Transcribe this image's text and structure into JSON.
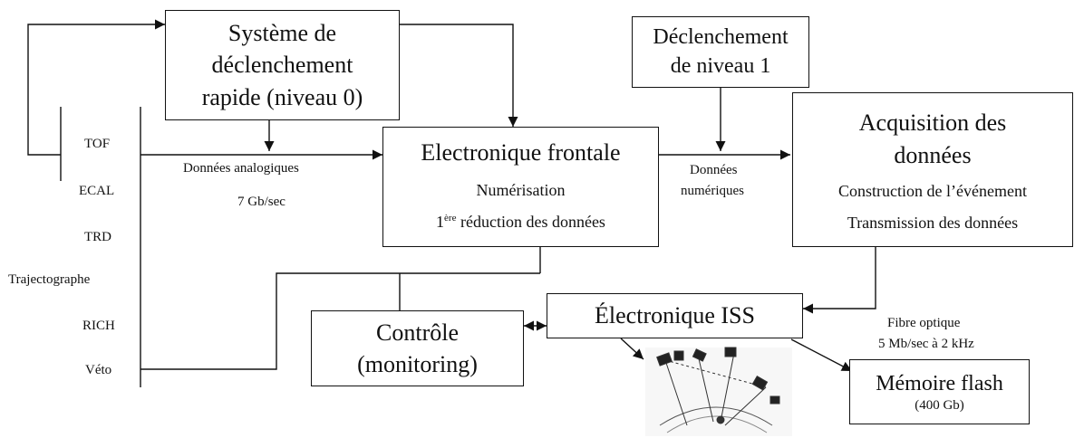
{
  "boxes": {
    "trigger0": [
      "Système de",
      "déclenchement",
      "rapide (niveau 0)"
    ],
    "trigger1": [
      "Déclenchement",
      "de niveau 1"
    ],
    "frontend": {
      "title": "Electronique frontale",
      "line1": "Numérisation",
      "line2_sup": "ère",
      "line2_pre": "1",
      "line2_post": " réduction des données"
    },
    "acquisition": {
      "title1": "Acquisition des",
      "title2": "données",
      "line1": "Construction de l’événement",
      "line2": "Transmission des données"
    },
    "control": [
      "Contrôle",
      "(monitoring)"
    ],
    "iss": "Électronique ISS",
    "flash": {
      "title": "Mémoire flash",
      "sub": "(400 Gb)"
    }
  },
  "labels": {
    "analog": "Données analogiques",
    "analog_rate": "7 Gb/sec",
    "digital1": "Données",
    "digital2": "numériques",
    "fiber1": "Fibre optique",
    "fiber2": "5 Mb/sec à 2 kHz"
  },
  "detectors": [
    "TOF",
    "ECAL",
    "TRD",
    "Trajectographe",
    "RICH",
    "Véto"
  ]
}
